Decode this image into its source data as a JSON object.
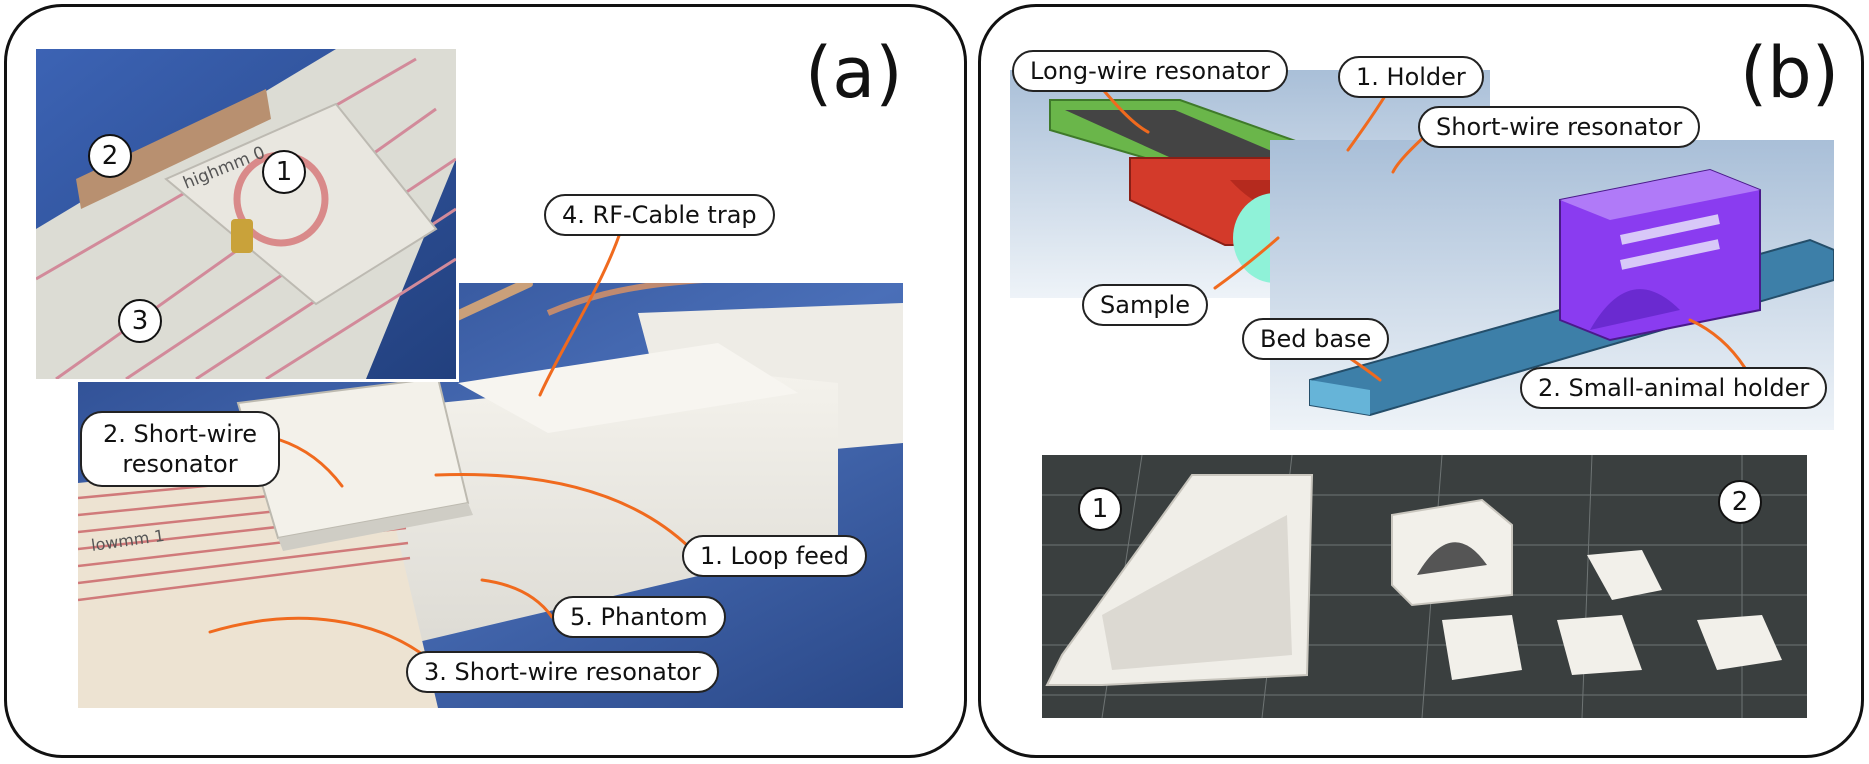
{
  "panel_a": {
    "letter": "(a)",
    "inset_markers": [
      "1",
      "2",
      "3"
    ],
    "inset_text": {
      "top": "highmm 0",
      "bottom": "lowmm 1"
    },
    "callouts": {
      "rf_cable_trap": "4. RF-Cable trap",
      "short_wire_resonator_2": "2. Short-wire resonator",
      "loop_feed": "1. Loop feed",
      "phantom": "5. Phantom",
      "short_wire_resonator_3": "3. Short-wire resonator"
    }
  },
  "panel_b": {
    "letter": "(b)",
    "callouts": {
      "long_wire_resonator": "Long-wire resonator",
      "holder": "1. Holder",
      "short_wire_resonator": "Short-wire resonator",
      "sample": "Sample",
      "bed_base": "Bed base",
      "small_animal_holder": "2. Small-animal holder"
    },
    "photo_markers": [
      "1",
      "2"
    ]
  },
  "colors": {
    "leader_orange": "#f06a1e",
    "carpet_blue": "#3a5a9e",
    "holder_green": "#6ab64a",
    "holder_red": "#d33a2a",
    "sample_cyan": "#7ff0d0",
    "animal_holder_purple": "#8a3cf0",
    "bed_blue": "#4aa4cc"
  }
}
